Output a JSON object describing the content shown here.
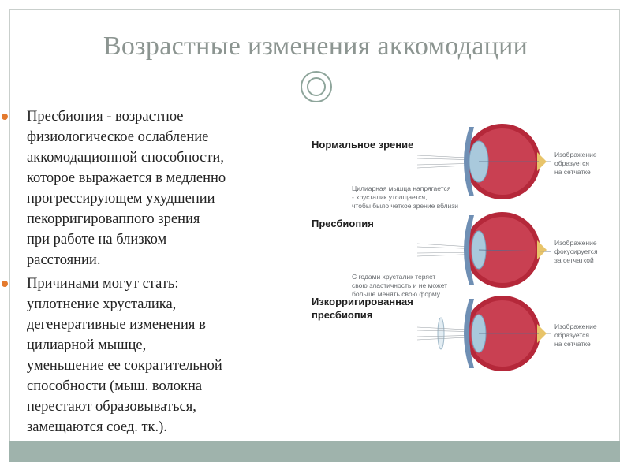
{
  "slide": {
    "title": "Возрастные изменения аккомодации"
  },
  "bullets": [
    {
      "lines": [
        "Пресбиопия - возрастное",
        "физиологическое ослабление",
        "аккомодационной способности,",
        "которое выражается в медленно",
        "прогрессирующем ухудшении",
        "пекорригироваппого зрения",
        "при работе на близком",
        "расстоянии."
      ]
    },
    {
      "lines": [
        "Причинами могут стать:",
        "уплотнение хрусталика,",
        "дегенеративные изменения в",
        "цилиарной мышце,",
        "уменьшение ее сократительной",
        "способности (мыш. волокна",
        "перестают образовываться,",
        "замещаются соед. тк.)."
      ]
    }
  ],
  "figure": {
    "panels": [
      {
        "heading_lines": [
          "Нормальное зрение"
        ],
        "note_right": [
          "Изображение",
          "образуется",
          "на сетчатке"
        ],
        "note_below": [
          "Цилиарная мышца напрягается",
          "- хрусталик утолщается,",
          "чтобы было четкое зрение вблизи"
        ]
      },
      {
        "heading_lines": [
          "Пресбиопия"
        ],
        "note_right": [
          "Изображение",
          "фокусируется",
          "за сетчаткой"
        ],
        "note_below": [
          "С годами хрусталик теряет",
          "свою эластичность и не может",
          "больше менять свою форму"
        ]
      },
      {
        "heading_lines": [
          "Изкорригированная",
          "пресбиопия"
        ],
        "note_right": [
          "Изображение",
          "образуется",
          "на сетчатке"
        ],
        "note_below": []
      }
    ]
  },
  "colors": {
    "accent_bullet": "#e47a2e",
    "title": "#8c9591",
    "footer": "#9fb3ac",
    "eye_red": "#b5283a",
    "lens_blue": "#a9c9dc"
  }
}
